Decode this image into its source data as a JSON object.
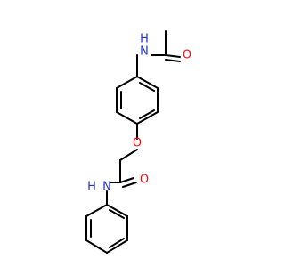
{
  "atoms": {
    "nh_top": {
      "label": "H",
      "prefix": "N",
      "color": "#2233cc"
    },
    "o_top": {
      "label": "O",
      "color": "#ff0d0d"
    },
    "o_ether": {
      "label": "O",
      "color": "#ff0d0d"
    },
    "o_amide": {
      "label": "O",
      "color": "#ff0d0d"
    },
    "nh_bottom": {
      "label": "H",
      "prefix": "N",
      "color": "#2233cc"
    }
  }
}
